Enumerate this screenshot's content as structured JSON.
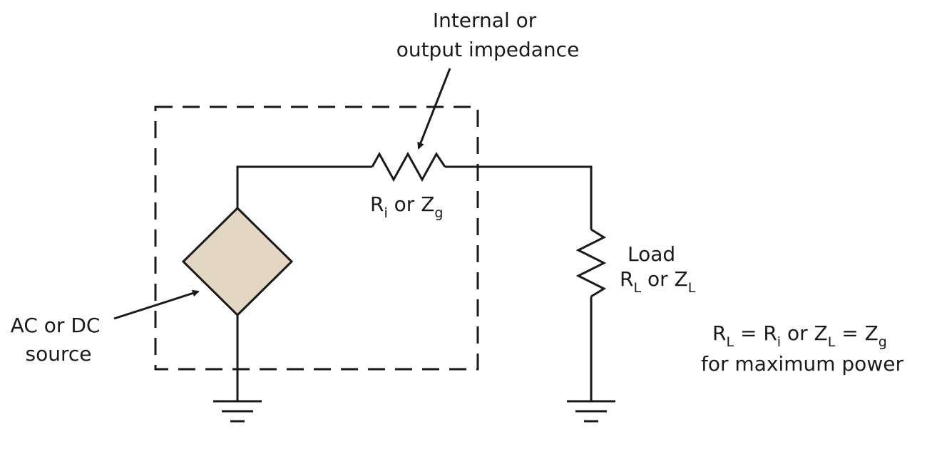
{
  "colors": {
    "ink": "#1a1a1a",
    "source_fill": "#e3d6c2",
    "background": "#ffffff"
  },
  "labels": {
    "internal_impedance": {
      "line1": "Internal or",
      "line2": "output impedance"
    },
    "internal_resistor": {
      "r": "R",
      "r_sub": "i",
      "or": " or ",
      "z": "Z",
      "z_sub": "g"
    },
    "load": {
      "title": "Load",
      "r": "R",
      "r_sub": "L",
      "or": " or ",
      "z": "Z",
      "z_sub": "L"
    },
    "source": {
      "line1": "AC or DC",
      "line2": "source"
    },
    "condition": {
      "r_l": "R",
      "r_l_sub": "L",
      "eq1": " =  ",
      "r_i": "R",
      "r_i_sub": "i",
      "or": " or ",
      "z_l": "Z",
      "z_l_sub": "L",
      "eq2": " = ",
      "z_g": "Z",
      "z_g_sub": "g",
      "line2": "for maximum power"
    }
  }
}
